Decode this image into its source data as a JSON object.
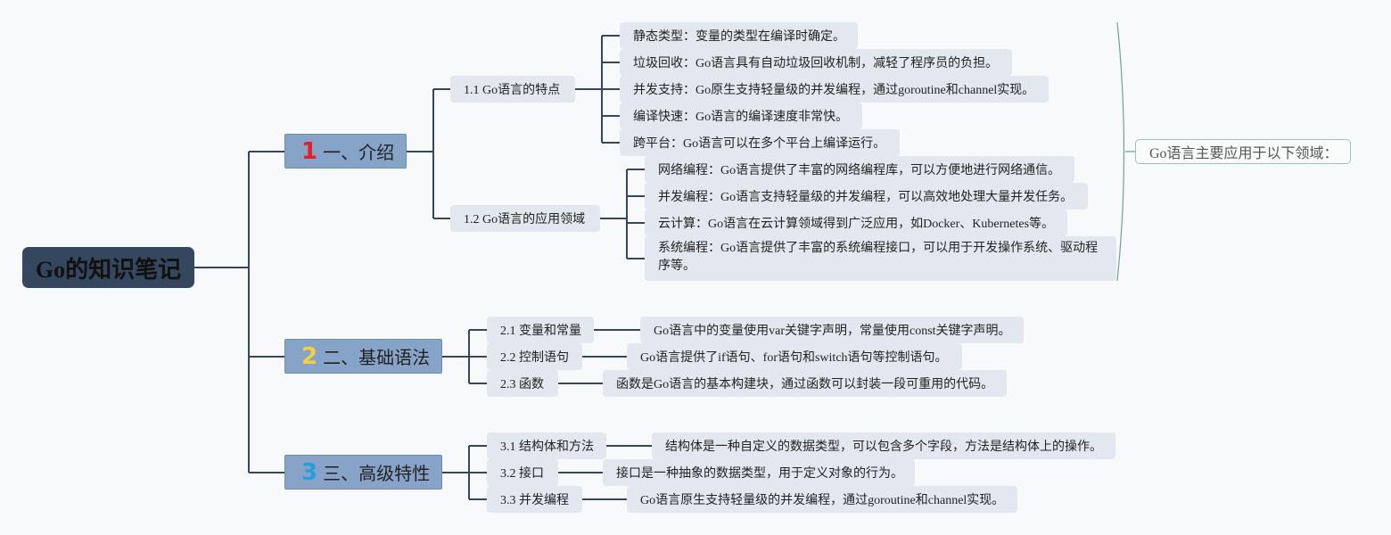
{
  "root": {
    "title": "Go的知识笔记"
  },
  "topics": [
    {
      "num": "1",
      "num_color": "#e0202e",
      "label": "一、介绍",
      "subs": [
        {
          "label": "1.1 Go语言的特点",
          "leaves": [
            "静态类型：变量的类型在编译时确定。",
            "垃圾回收：Go语言具有自动垃圾回收机制，减轻了程序员的负担。",
            "并发支持：Go原生支持轻量级的并发编程，通过goroutine和channel实现。",
            "编译快速：Go语言的编译速度非常快。",
            "跨平台：Go语言可以在多个平台上编译运行。"
          ]
        },
        {
          "label": "1.2 Go语言的应用领域",
          "leaves": [
            "网络编程：Go语言提供了丰富的网络编程库，可以方便地进行网络通信。",
            "并发编程：Go语言支持轻量级的并发编程，可以高效地处理大量并发任务。",
            "云计算：Go语言在云计算领域得到广泛应用，如Docker、Kubernetes等。",
            "系统编程：Go语言提供了丰富的系统编程接口，可以用于开发操作系统、驱动程序等。"
          ]
        }
      ]
    },
    {
      "num": "2",
      "num_color": "#f3d03e",
      "label": "二、基础语法",
      "subs": [
        {
          "label": "2.1 变量和常量",
          "leaves": [
            "Go语言中的变量使用var关键字声明，常量使用const关键字声明。"
          ]
        },
        {
          "label": "2.2 控制语句",
          "leaves": [
            "Go语言提供了if语句、for语句和switch语句等控制语句。"
          ]
        },
        {
          "label": "2.3 函数",
          "leaves": [
            "函数是Go语言的基本构建块，通过函数可以封装一段可重用的代码。"
          ]
        }
      ]
    },
    {
      "num": "3",
      "num_color": "#2a9de0",
      "label": "三、高级特性",
      "subs": [
        {
          "label": "3.1 结构体和方法",
          "leaves": [
            "结构体是一种自定义的数据类型，可以包含多个字段，方法是结构体上的操作。"
          ]
        },
        {
          "label": "3.2 接口",
          "leaves": [
            "接口是一种抽象的数据类型，用于定义对象的行为。"
          ]
        },
        {
          "label": "3.3 并发编程",
          "leaves": [
            "Go语言原生支持轻量级的并发编程，通过goroutine和channel实现。"
          ]
        }
      ]
    }
  ],
  "summary": {
    "label": "Go语言主要应用于以下领域："
  }
}
